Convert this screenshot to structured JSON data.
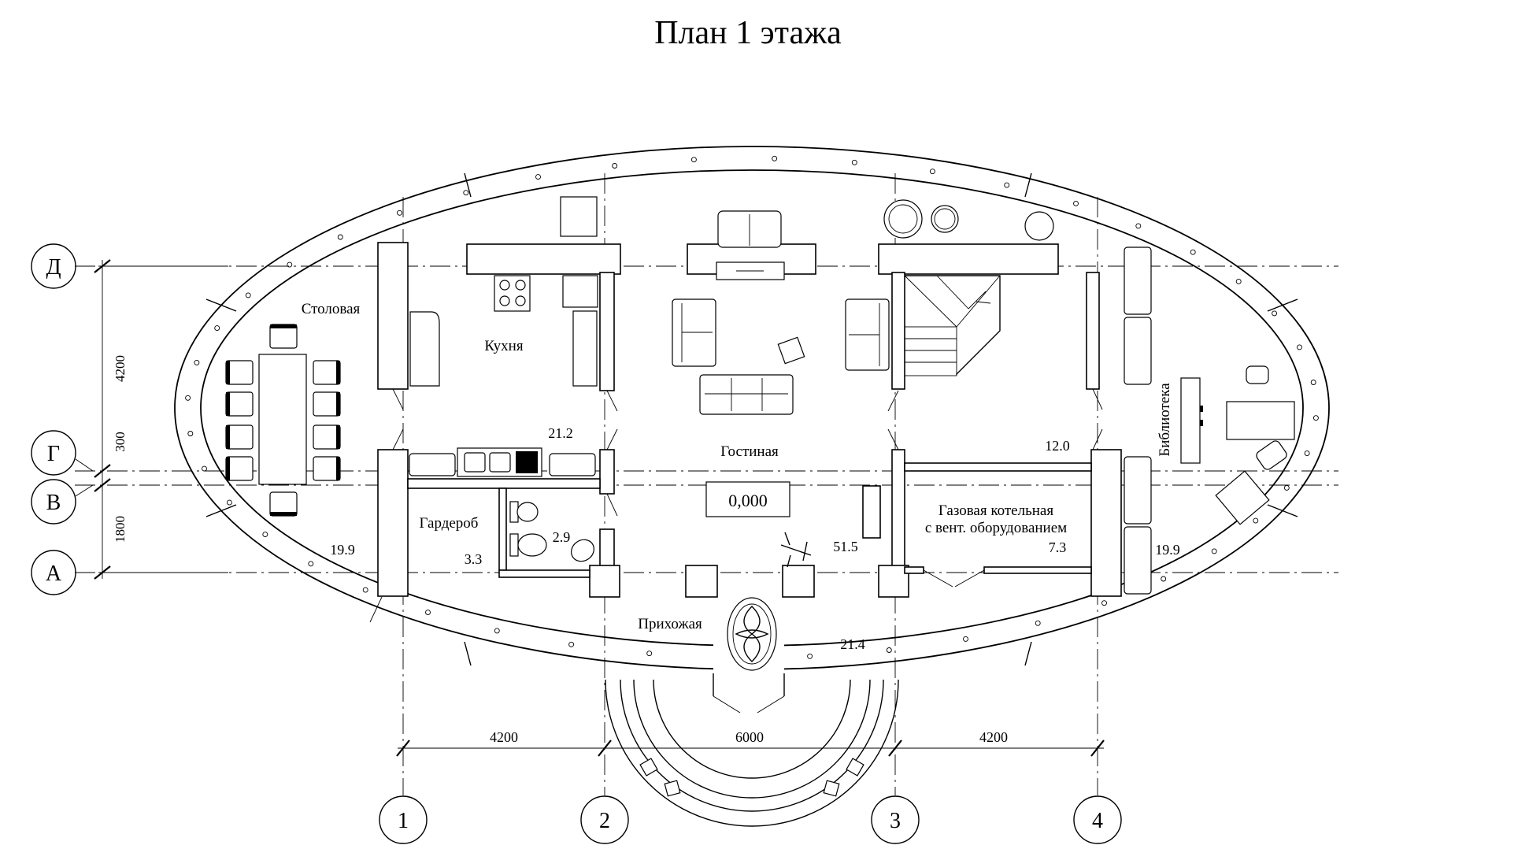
{
  "title": "План 1 этажа",
  "rooms": {
    "dining": {
      "name": "Столовая",
      "area": "19.9"
    },
    "kitchen": {
      "name": "Кухня",
      "area": "21.2"
    },
    "living": {
      "name": "Гостиная",
      "area": "51.5"
    },
    "wardrobe": {
      "name": "Гардероб",
      "area": "3.3"
    },
    "wc_area": "2.9",
    "hall": {
      "name": "Прихожая",
      "area": "21.4"
    },
    "stair_area": "12.0",
    "boiler": {
      "name_line1": "Газовая котельная",
      "name_line2": "с вент. оборудованием",
      "area": "7.3"
    },
    "library": {
      "name": "Библиотека",
      "area": "19.9"
    }
  },
  "level_mark": "0,000",
  "row_axes": [
    "Д",
    "Г",
    "В",
    "А"
  ],
  "column_axes": [
    "1",
    "2",
    "3",
    "4"
  ],
  "vertical_dims": [
    "4200",
    "300",
    "1800"
  ],
  "horizontal_dims": [
    "4200",
    "6000",
    "4200"
  ],
  "colors": {
    "lines": "#000000",
    "background": "#ffffff"
  }
}
